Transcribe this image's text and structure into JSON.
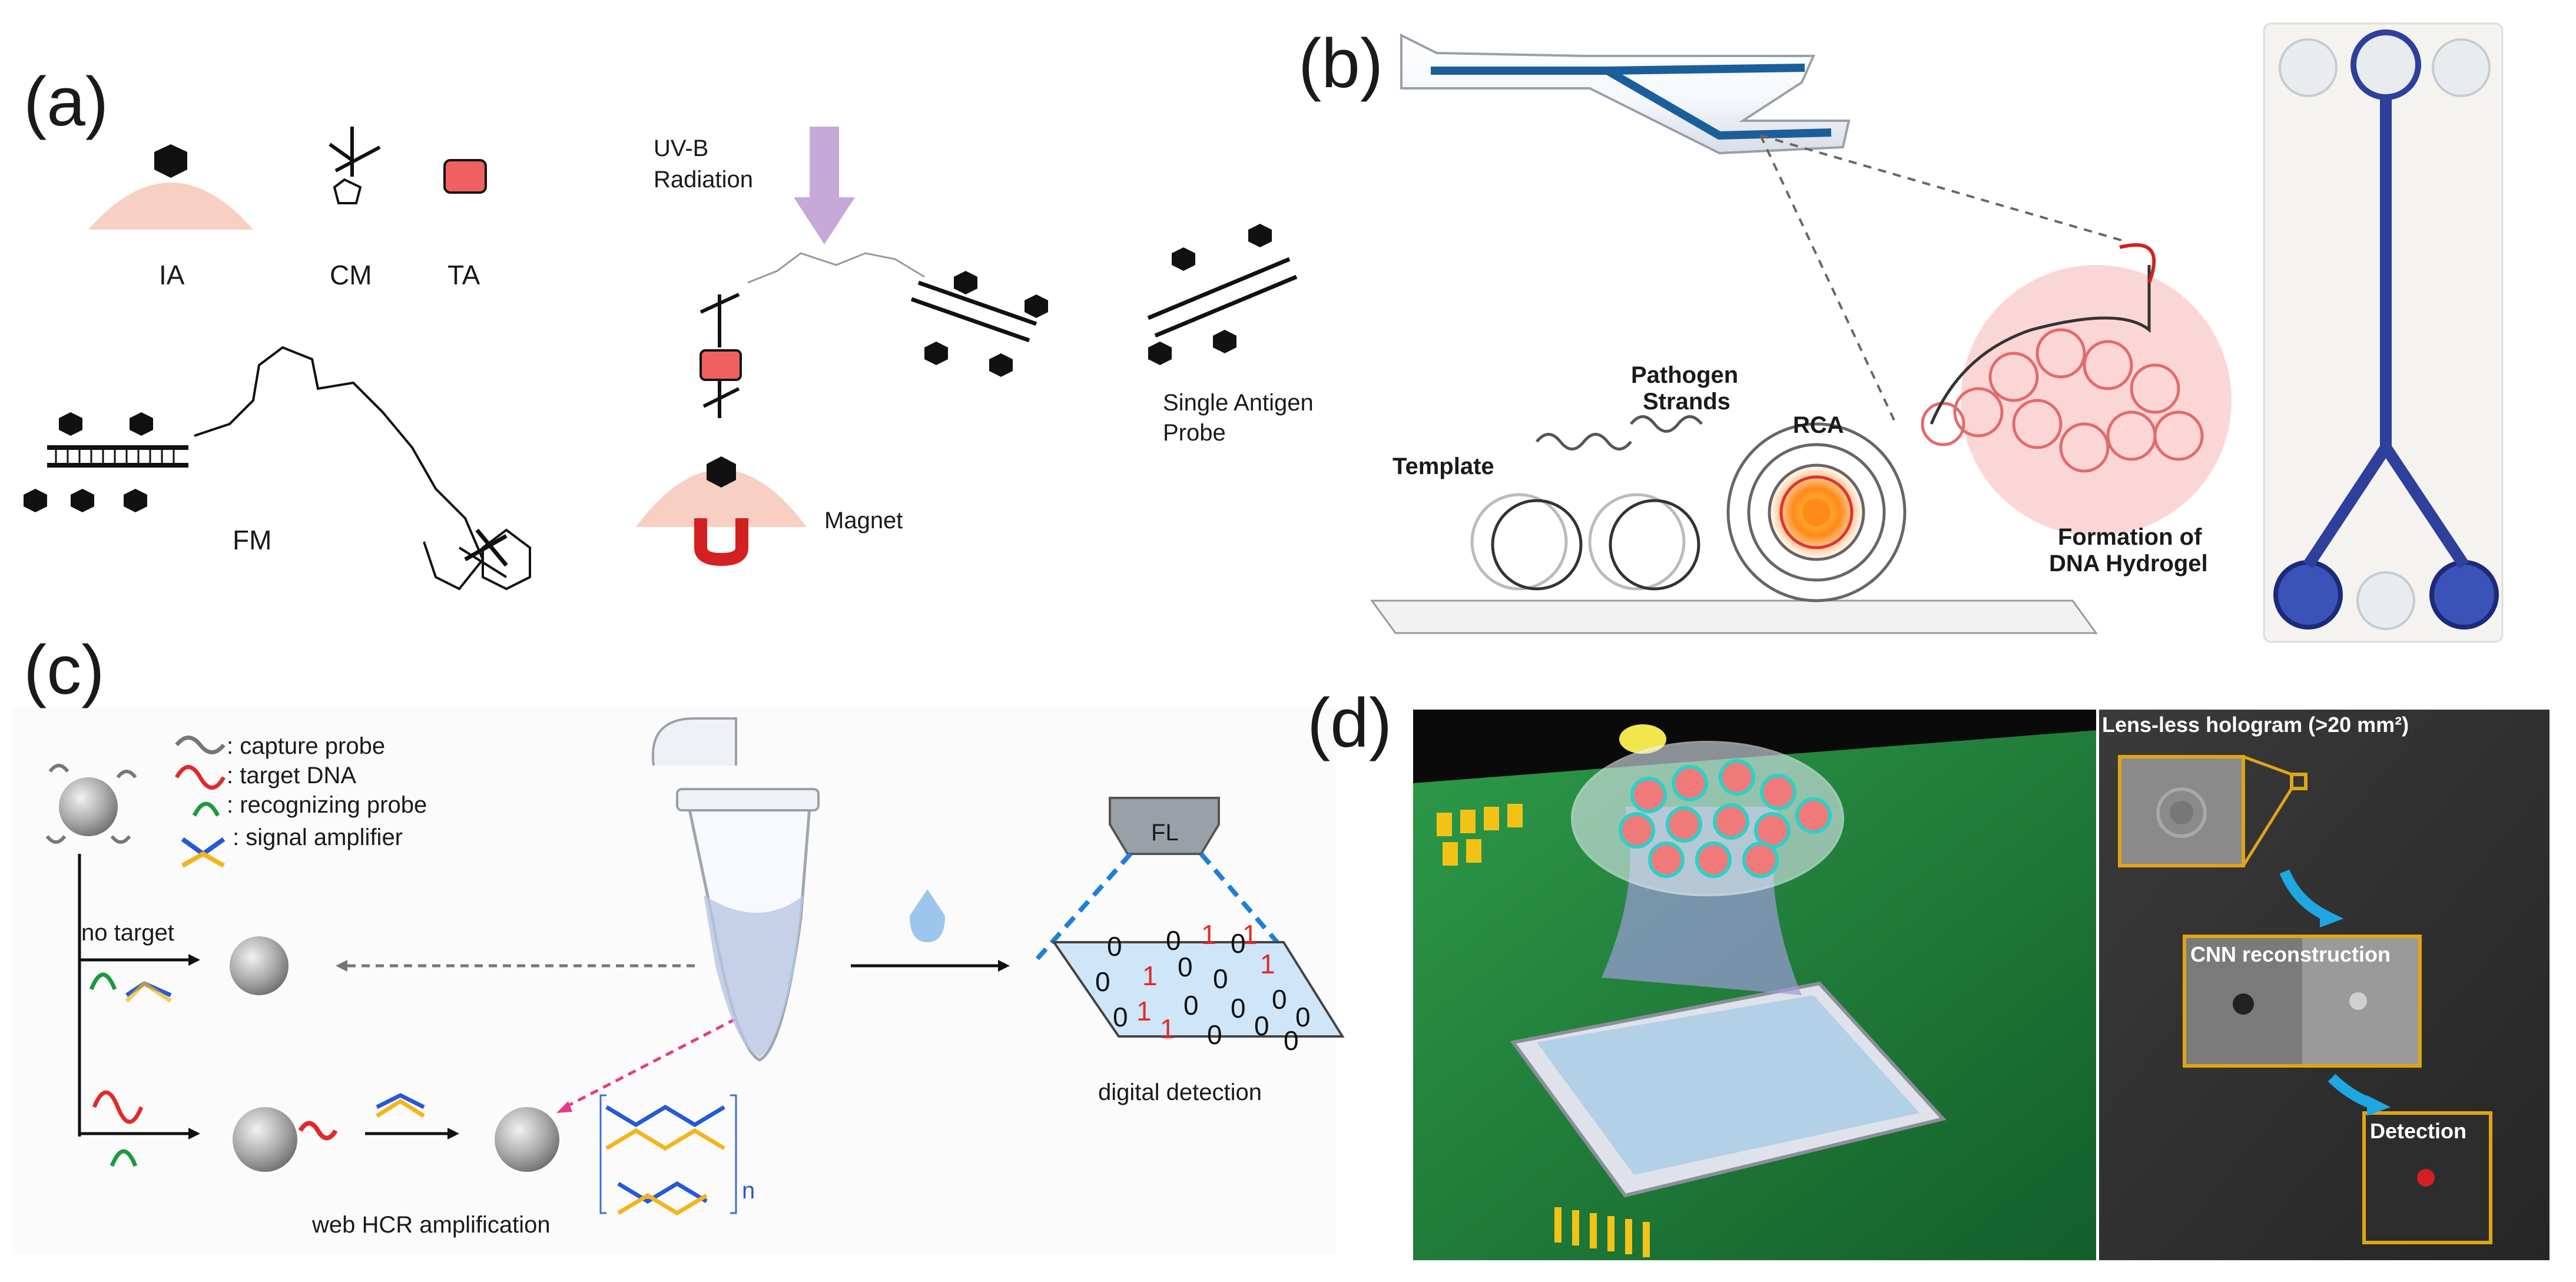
{
  "panels": {
    "a": {
      "label": "(a)",
      "ia": "IA",
      "cm": "CM",
      "ta": "TA",
      "fm": "FM",
      "uvb": [
        "UV-B",
        "Radiation"
      ],
      "magnet": "Magnet",
      "single_probe": [
        "Single Antigen",
        "Probe"
      ]
    },
    "b": {
      "label": "(b)",
      "template": "Template",
      "pathogen": [
        "Pathogen",
        "Strands"
      ],
      "rca": "RCA",
      "hydrogel": [
        "Formation of",
        "DNA Hydrogel"
      ]
    },
    "c": {
      "label": "(c)",
      "legend": [
        ": capture probe",
        ": target DNA",
        ": recognizing probe",
        ": signal amplifier"
      ],
      "no_target": "no target",
      "fl": "FL",
      "digital_detection": "digital detection",
      "web_hcr": "web HCR amplification",
      "n": "n",
      "digits": [
        "0",
        "0",
        "1",
        "0",
        "0",
        "1",
        "0",
        "0",
        "1",
        "1",
        "0",
        "0",
        "0",
        "1",
        "0",
        "0",
        "0",
        "0",
        "1",
        "0"
      ]
    },
    "d": {
      "label": "(d)",
      "hologram": "Lens-less hologram (>20 mm²)",
      "cnn": "CNN reconstruction",
      "detection": "Detection"
    }
  },
  "colors": {
    "red_box": "#f06060",
    "lavender": "#c6a9d8",
    "pink_dome": "#f6c7b9",
    "cyan": "#1ea7e1",
    "gold": "#e0a516",
    "board_green": "#1f7a3a",
    "dark_panel": "#2b2b2b",
    "chip_blue": "#2e3f9c"
  }
}
